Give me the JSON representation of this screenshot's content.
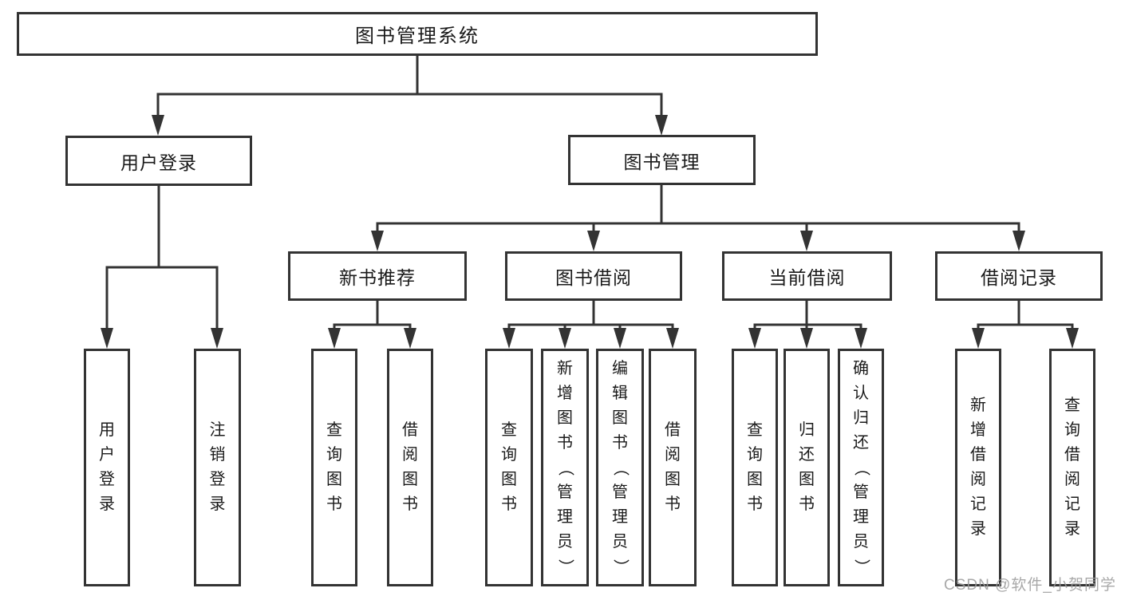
{
  "diagram": {
    "root": {
      "label": "图书管理系统"
    },
    "level2": [
      {
        "label": "用户登录"
      },
      {
        "label": "图书管理"
      }
    ],
    "level3": [
      {
        "label": "新书推荐"
      },
      {
        "label": "图书借阅"
      },
      {
        "label": "当前借阅"
      },
      {
        "label": "借阅记录"
      }
    ],
    "leaves": [
      {
        "label": "用户登录"
      },
      {
        "label": "注销登录"
      },
      {
        "label": "查询图书"
      },
      {
        "label": "借阅图书"
      },
      {
        "label": "查询图书"
      },
      {
        "label": "新增图书（管理员）"
      },
      {
        "label": "编辑图书（管理员）"
      },
      {
        "label": "借阅图书"
      },
      {
        "label": "查询图书"
      },
      {
        "label": "归还图书"
      },
      {
        "label": "确认归还（管理员）"
      },
      {
        "label": "新增借阅记录"
      },
      {
        "label": "查询借阅记录"
      }
    ]
  },
  "watermark": "CSDN @软件_小贺同学",
  "colors": {
    "line": "#333333",
    "box_border": "#333333",
    "text": "#1a1a1a",
    "background": "#ffffff",
    "watermark": "#9c9c9c"
  }
}
